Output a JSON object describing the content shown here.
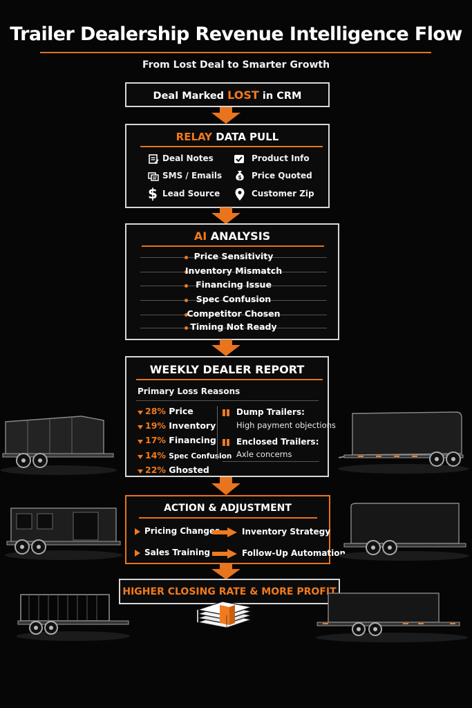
{
  "header": {
    "title": "Trailer Dealership Revenue Intelligence Flow",
    "subtitle": "From Lost Deal to Smarter Growth"
  },
  "crm": {
    "prefix": "Deal Marked",
    "emphasis": "LOST",
    "suffix": "in CRM"
  },
  "relay": {
    "title_accent": "RELAY",
    "title_rest": "DATA PULL",
    "items": [
      {
        "label": "Deal Notes",
        "icon": "notes-icon"
      },
      {
        "label": "Product Info",
        "icon": "checkmark-icon"
      },
      {
        "label": "SMS / Emails",
        "icon": "messages-icon"
      },
      {
        "label": "Price Quoted",
        "icon": "money-bag-icon"
      },
      {
        "label": "Lead Source",
        "icon": "dollar-icon"
      },
      {
        "label": "Customer Zip",
        "icon": "location-pin-icon"
      }
    ]
  },
  "ai": {
    "title_accent": "AI",
    "title_rest": "ANALYSIS",
    "reasons": [
      "Price Sensitivity",
      "Inventory Mismatch",
      "Financing Issue",
      "Spec Confusion",
      "Competitor Chosen",
      "Timing Not Ready"
    ]
  },
  "report": {
    "title": "WEEKLY DEALER REPORT",
    "section_label": "Primary Loss Reasons",
    "stats": [
      {
        "pct": "28%",
        "label": "Price"
      },
      {
        "pct": "19%",
        "label": "Inventory"
      },
      {
        "pct": "17%",
        "label": "Financing"
      },
      {
        "pct": "14%",
        "label": "Spec Confusion"
      },
      {
        "pct": "22%",
        "label": "Ghosted"
      }
    ],
    "notes": [
      {
        "heading": "Dump Trailers:",
        "body": "High payment objections"
      },
      {
        "heading": "Enclosed Trailers:",
        "body": "Axle concerns"
      }
    ]
  },
  "action": {
    "title": "ACTION & ADJUSTMENT",
    "rows": [
      {
        "left": "Pricing Changes",
        "right": "Inventory Strategy"
      },
      {
        "left": "Sales Training",
        "right": "Follow-Up Automation"
      }
    ]
  },
  "result": {
    "label": "HIGHER CLOSING RATE & MORE PROFIT",
    "icon": "money-stack-icon"
  },
  "colors": {
    "accent": "#f07a1f",
    "background": "#060606",
    "box_border": "#d8d8d8"
  }
}
